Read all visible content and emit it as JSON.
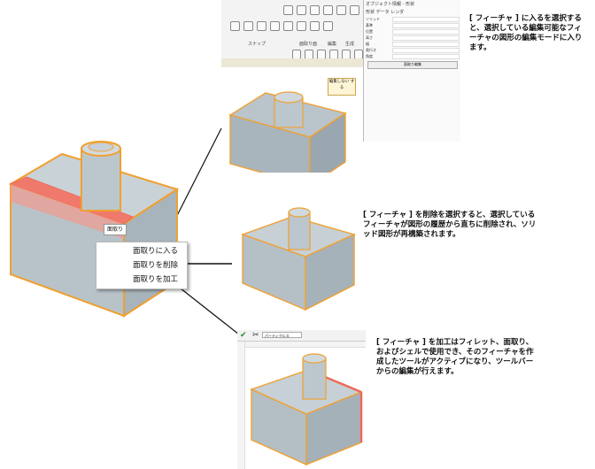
{
  "top_shot": {
    "toolbar_labels": [
      "スナップ",
      "面取り面",
      "編集",
      "生成"
    ],
    "props_title": "オブジェクト情報 - 形状",
    "props_tabs": [
      "形状",
      "データ",
      "レンダ"
    ],
    "props_rows": [
      "ソリッド",
      "基準",
      "位置",
      "高さ",
      "幅",
      "奥行き",
      "角度"
    ],
    "props_button": "面取り編集",
    "edit_button_label": "編集しない\nする"
  },
  "callouts": {
    "enter": "[ フィーチャ ] に入るを選択すると、選択している編集可能なフィーチャの図形の編集モードに入ります。",
    "delete": "[ フィーチャ ] を削除を選択すると、選択しているフィーチャが図形の履歴から直ちに削除され、ソリッド図形が再構築されます。",
    "process": "[ フィーチャ ] を加工はフィレット、面取り、およびシェルで使用でき、そのフィーチャを作成したツールがアクティブになり、ツールバーからの編集が行えます。"
  },
  "context_menu": {
    "items": [
      "面取りに入る",
      "面取りを削除",
      "面取りを加工"
    ]
  },
  "main_label": "面取り",
  "bottom_shot": {
    "field_value": "パーティクルス"
  },
  "colors": {
    "edge_orange": "#f0a030",
    "face_gray": "#c8d2d8",
    "highlight_red": "#ee6a5a"
  }
}
